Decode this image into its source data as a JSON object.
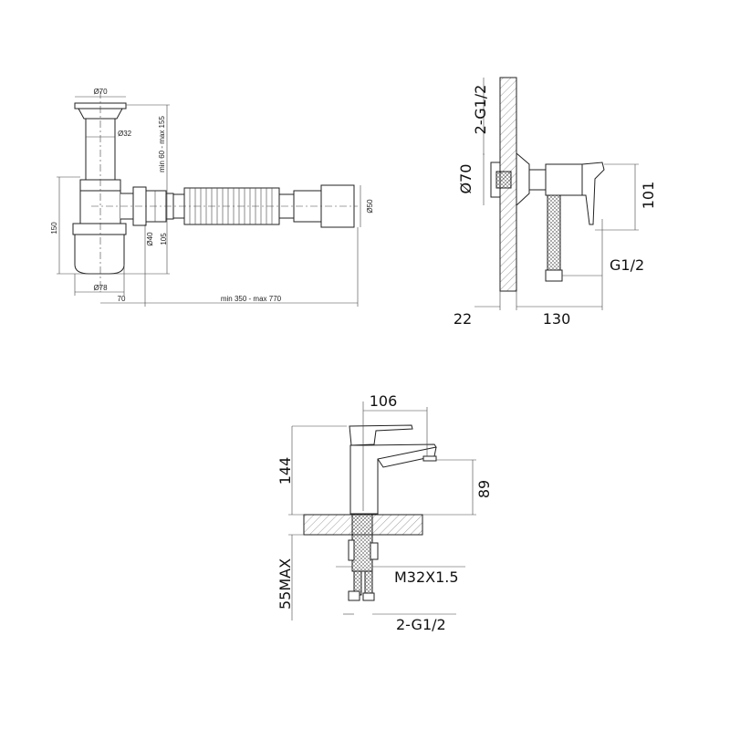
{
  "siphon": {
    "dia_top": "Ø70",
    "dia_pipe": "Ø32",
    "height_range": "min 60 - max 155",
    "height": "150",
    "dia_outlet": "Ø40",
    "outlet_height": "105",
    "dia_end": "Ø50",
    "dia_bottom": "Ø78",
    "offset": "70",
    "length_range": "min 350 - max 770"
  },
  "shower_mixer": {
    "connection": "2-G1/2",
    "dia_flange": "Ø70",
    "height": "101",
    "outlet": "G1/2",
    "wall": "22",
    "depth": "130"
  },
  "basin_faucet": {
    "reach": "106",
    "height": "144",
    "spout_height": "89",
    "below_max": "55MAX",
    "thread": "M32X1.5",
    "connection": "2-G1/2"
  }
}
